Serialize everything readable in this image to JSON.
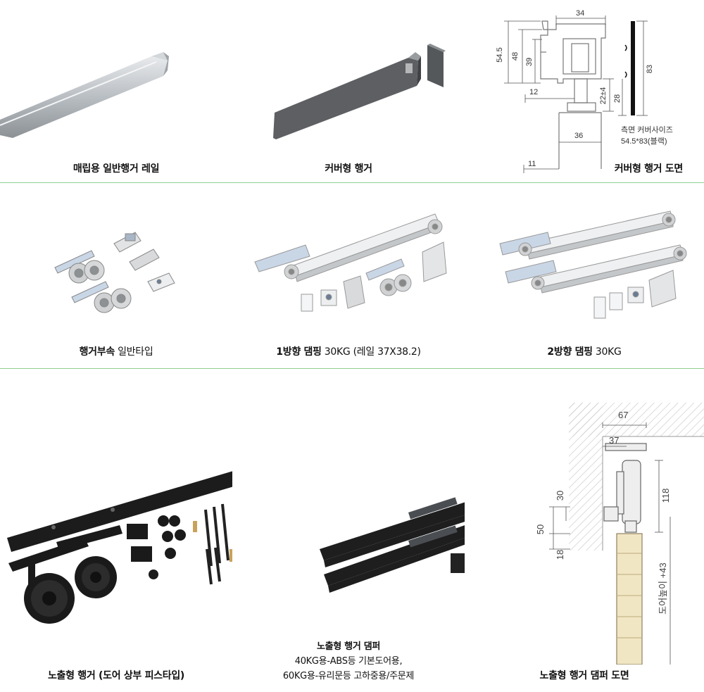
{
  "row1": {
    "item1": {
      "caption": "매립용 일반행거 레일"
    },
    "item2": {
      "caption": "커버형 행거"
    },
    "item3": {
      "caption": "커버형 행거 도면",
      "dims": {
        "d34": "34",
        "d545": "54.5",
        "d48": "48",
        "d39": "39",
        "d83": "83",
        "d12": "12",
        "d22": "22±4",
        "d28": "28",
        "d36": "36",
        "d11": "11"
      },
      "note1": "측면 커버사이즈",
      "note2": "54.5*83(블랙)"
    }
  },
  "row2": {
    "item1": {
      "caption_bold": "행거부속",
      "caption_light": "일반타입"
    },
    "item2": {
      "caption_bold": "1방향 댐핑",
      "caption_light": "30KG (레일 37X38.2)"
    },
    "item3": {
      "caption_bold": "2방향 댐핑",
      "caption_light": "30KG"
    }
  },
  "row3": {
    "item1": {
      "caption": "노출형 행거 (도어 상부 피스타입)"
    },
    "item2": {
      "caption": "노출형 행거 댐퍼",
      "line2": "40KG용-ABS등 기본도어용,",
      "line3": "60KG용-유리문등 고하중용/주문제"
    },
    "item3": {
      "caption": "노출형 행거 댐퍼 도면",
      "dims": {
        "d67": "67",
        "d37": "37",
        "d30": "30",
        "d50": "50",
        "d18": "18",
        "d118": "118",
        "door": "도어높이 +43"
      }
    }
  }
}
